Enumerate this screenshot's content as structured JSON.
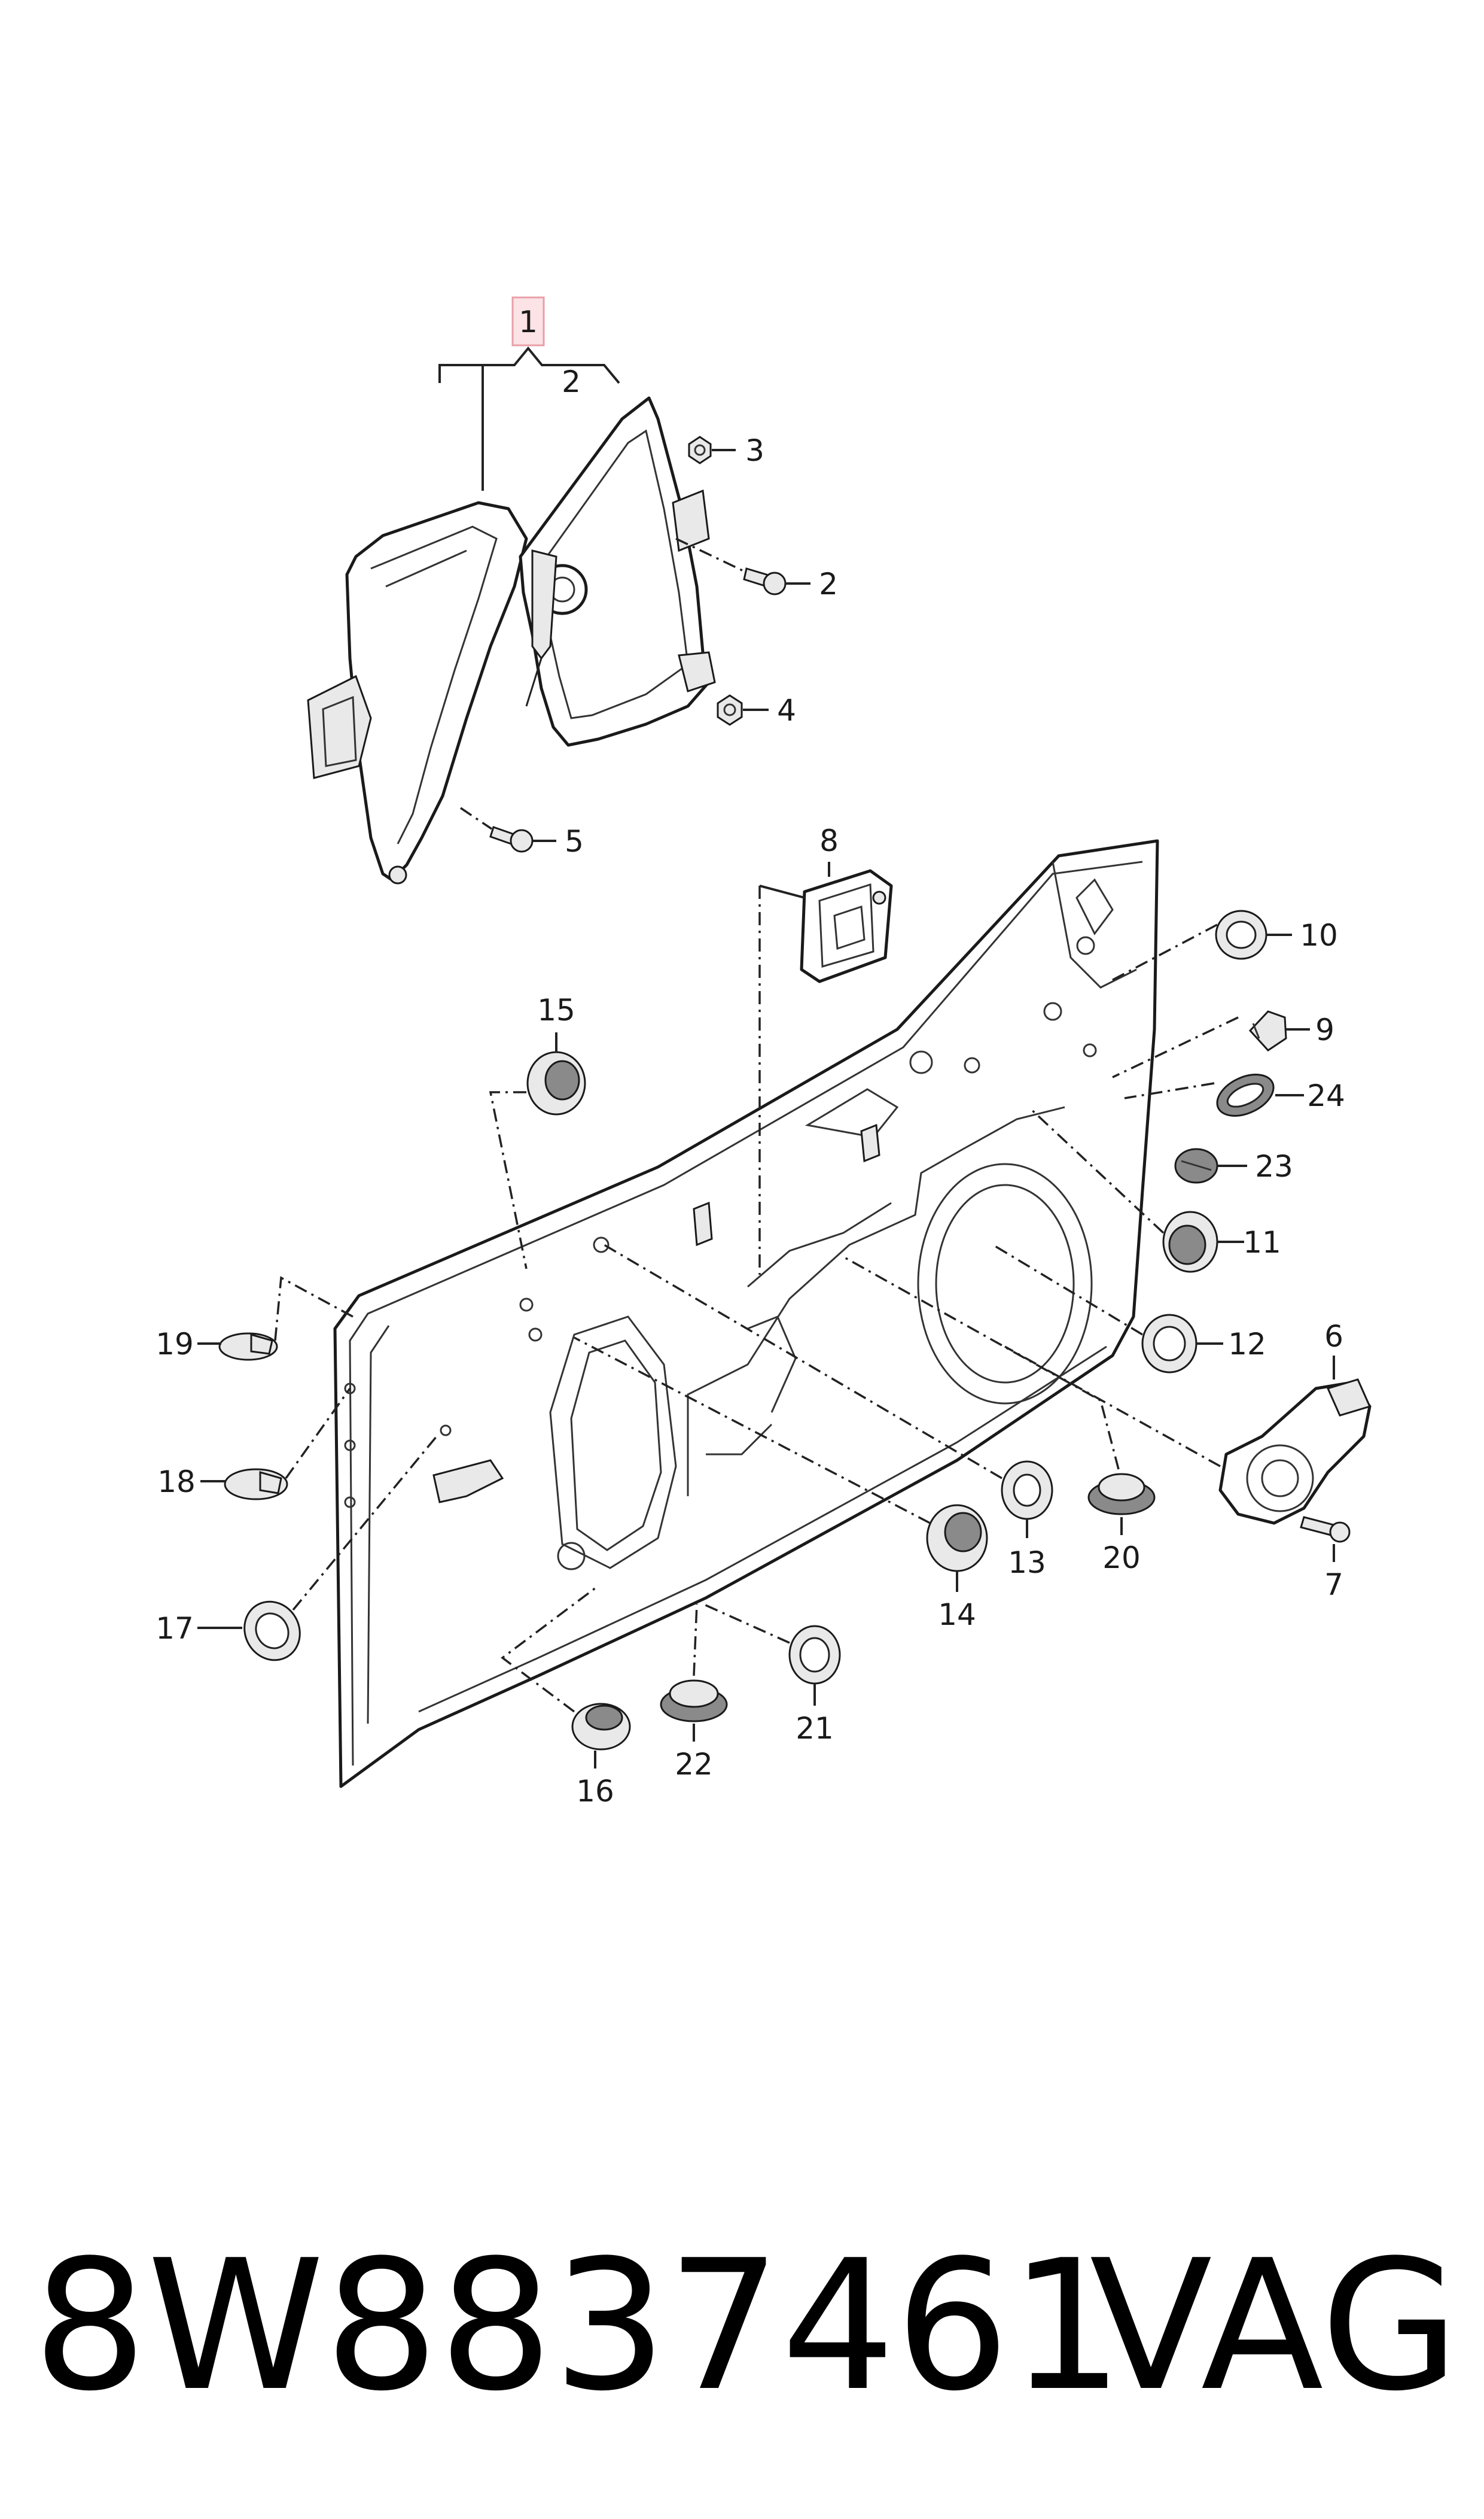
{
  "callouts": {
    "p1": "1",
    "p2a": "2",
    "p2b": "2",
    "p3": "3",
    "p4": "4",
    "p5": "5",
    "p6": "6",
    "p7": "7",
    "p8": "8",
    "p9": "9",
    "p10": "10",
    "p11": "11",
    "p12": "12",
    "p13": "13",
    "p14": "14",
    "p15": "15",
    "p16": "16",
    "p17": "17",
    "p18": "18",
    "p19": "19",
    "p20": "20",
    "p21": "21",
    "p22": "22",
    "p23": "23",
    "p24": "24"
  },
  "highlight_color": "#e8a0a8",
  "footer": {
    "part_number": "8W8837461",
    "brand": "VAG"
  }
}
